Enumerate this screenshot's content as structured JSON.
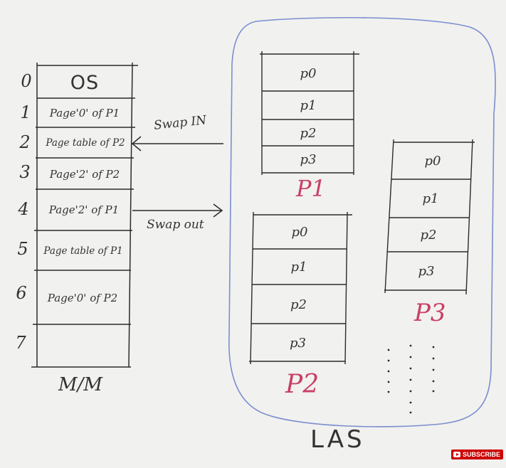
{
  "main_memory": {
    "caption": "M/M",
    "frames": [
      {
        "index": "0",
        "content": "OS"
      },
      {
        "index": "1",
        "content": "Page'0' of P1"
      },
      {
        "index": "2",
        "content": "Page table of P2"
      },
      {
        "index": "3",
        "content": "Page'2' of P2"
      },
      {
        "index": "4",
        "content": "Page'2' of P1"
      },
      {
        "index": "5",
        "content": "Page table of P1"
      },
      {
        "index": "6",
        "content": "Page'0' of P2"
      },
      {
        "index": "7",
        "content": ""
      }
    ]
  },
  "arrows": {
    "swap_in": "Swap IN",
    "swap_out": "Swap out"
  },
  "las": {
    "label": "LAS",
    "processes": [
      {
        "name": "P1",
        "pages": [
          "p0",
          "p1",
          "p2",
          "p3"
        ]
      },
      {
        "name": "P2",
        "pages": [
          "p0",
          "p1",
          "p2",
          "p3"
        ]
      },
      {
        "name": "P3",
        "pages": [
          "p0",
          "p1",
          "p2",
          "p3"
        ]
      }
    ]
  },
  "colors": {
    "ink": "#333333",
    "process_label": "#c93f66",
    "las_outline": "#7b8ed0",
    "subscribe": "#cc0000"
  },
  "badge": {
    "subscribe": "SUBSCRIBE"
  }
}
